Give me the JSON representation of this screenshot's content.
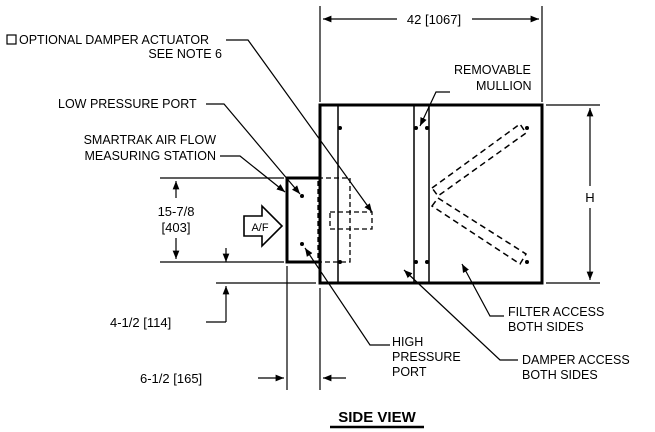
{
  "labels": {
    "optional_actuator_line1": "OPTIONAL DAMPER ACTUATOR",
    "optional_actuator_line2": "SEE NOTE 6",
    "low_pressure_port": "LOW PRESSURE PORT",
    "airflow_station_line1": "SMARTRAK AIR FLOW",
    "airflow_station_line2": "MEASURING STATION",
    "removable_mullion_line1": "REMOVABLE",
    "removable_mullion_line2": "MULLION",
    "af_tag": "A/F",
    "high_pressure_port_line1": "HIGH",
    "high_pressure_port_line2": "PRESSURE",
    "high_pressure_port_line3": "PORT",
    "filter_access_line1": "FILTER ACCESS",
    "filter_access_line2": "BOTH SIDES",
    "damper_access_line1": "DAMPER ACCESS",
    "damper_access_line2": "BOTH SIDES",
    "view_title": "SIDE VIEW"
  },
  "dimensions": {
    "overall_length": "42 [1067]",
    "height": "H",
    "station_height_line1": "15-7/8",
    "station_height_line2": "[403]",
    "bottom_offset": "4-1/2 [114]",
    "station_depth": "6-1/2 [165]"
  }
}
